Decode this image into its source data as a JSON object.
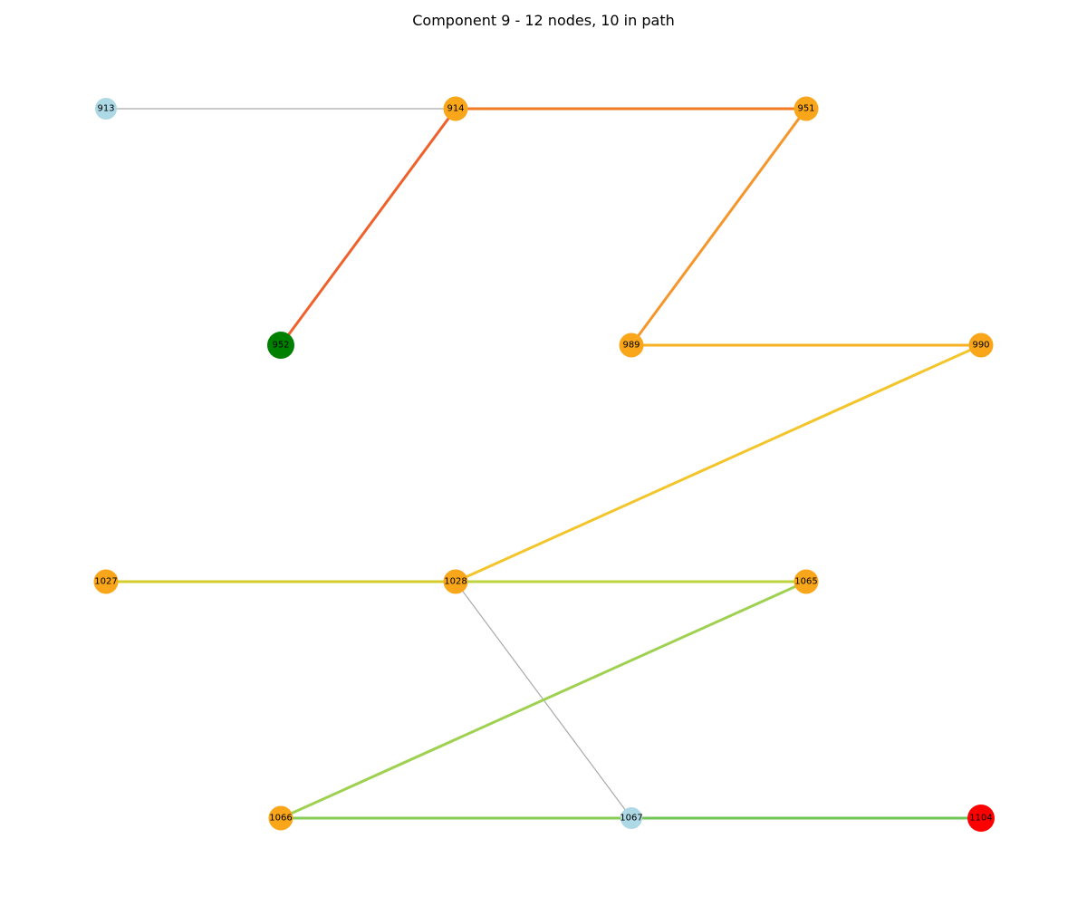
{
  "title": "Component 9 - 12 nodes, 10 in path",
  "colors": {
    "background": "#ffffff",
    "node_path": "#f9a61a",
    "node_other": "#add8e6",
    "node_start": "#008000",
    "node_end": "#ff0000",
    "edge_other": "#aaaaaa"
  },
  "nodes": [
    {
      "id": "913",
      "role": "other"
    },
    {
      "id": "914",
      "role": "path"
    },
    {
      "id": "951",
      "role": "path"
    },
    {
      "id": "952",
      "role": "start"
    },
    {
      "id": "989",
      "role": "path"
    },
    {
      "id": "990",
      "role": "path"
    },
    {
      "id": "1027",
      "role": "path"
    },
    {
      "id": "1028",
      "role": "path"
    },
    {
      "id": "1065",
      "role": "path"
    },
    {
      "id": "1066",
      "role": "path"
    },
    {
      "id": "1067",
      "role": "other"
    },
    {
      "id": "1104",
      "role": "end"
    }
  ],
  "edges": [
    {
      "from": "913",
      "to": "914",
      "in_path": false,
      "color": "#aaaaaa"
    },
    {
      "from": "1028",
      "to": "1067",
      "in_path": false,
      "color": "#aaaaaa"
    },
    {
      "from": "952",
      "to": "914",
      "in_path": true,
      "color": "#f0602a"
    },
    {
      "from": "914",
      "to": "951",
      "in_path": true,
      "color": "#f27a22"
    },
    {
      "from": "951",
      "to": "989",
      "in_path": true,
      "color": "#f5952a"
    },
    {
      "from": "989",
      "to": "990",
      "in_path": true,
      "color": "#f6b020"
    },
    {
      "from": "990",
      "to": "1028",
      "in_path": true,
      "color": "#f4c52a"
    },
    {
      "from": "1027",
      "to": "1028",
      "in_path": true,
      "color": "#d4cc2a"
    },
    {
      "from": "1028",
      "to": "1065",
      "in_path": true,
      "color": "#bed43e"
    },
    {
      "from": "1065",
      "to": "1066",
      "in_path": true,
      "color": "#9fd151"
    },
    {
      "from": "1066",
      "to": "1067",
      "in_path": true,
      "color": "#86cc55"
    },
    {
      "from": "1067",
      "to": "1104",
      "in_path": true,
      "color": "#70c655"
    }
  ]
}
